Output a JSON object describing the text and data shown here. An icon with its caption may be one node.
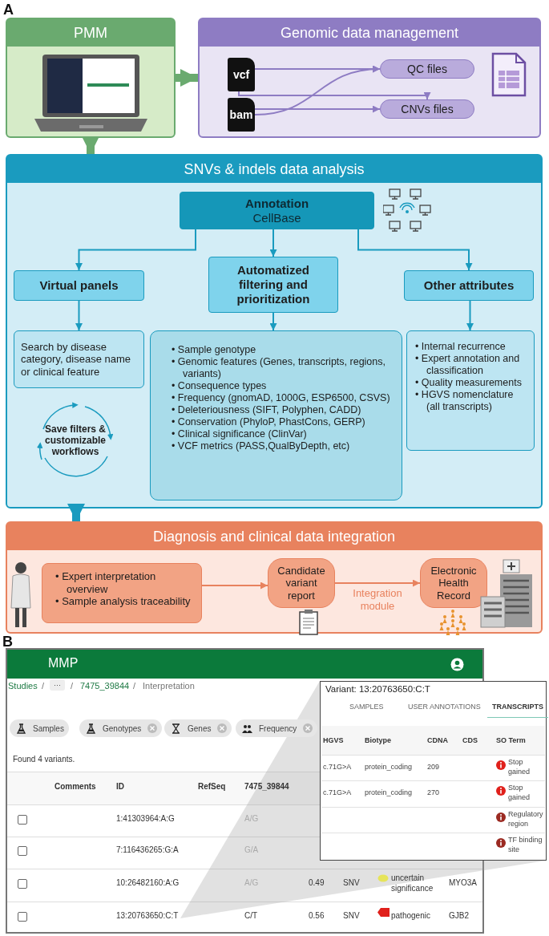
{
  "diagram": {
    "nodes": [
      {
        "text": [
          "PMM"
        ]
      },
      {
        "text": [],
        "shape": "picture",
        "in": 0
      },
      {
        "text": [
          "Genomic data management"
        ]
      },
      {
        "text": [
          "vcf"
        ],
        "in": 2
      },
      {
        "text": [
          "bam"
        ],
        "in": 2
      },
      {
        "text": [
          "QC files"
        ],
        "in": 2
      },
      {
        "text": [
          "CNVs files"
        ],
        "in": 2
      },
      {
        "text": [
          "SNVs & indels data analysis"
        ]
      },
      {
        "text": [
          "Annotation",
          "CellBase"
        ],
        "in": 7
      },
      {
        "text": [
          "Virtual panels"
        ],
        "in": 7
      },
      {
        "text": [
          "Automatized filtering and prioritization"
        ],
        "in": 7
      },
      {
        "text": [
          "Other attributes"
        ],
        "in": 7
      },
      {
        "text": [
          "Search by disease category, disease name or clinical feature"
        ],
        "in": 7
      },
      {
        "text": [
          "• Sample genotype",
          "• Genomic features (Genes, transcripts, regions, variants)",
          "• Consequence types",
          "• Frequency (gnomAD, 1000G, ESP6500, CSVS)",
          "• Deleteriousness (SIFT, Polyphen, CADD)",
          "• Conservation (PhyloP, PhastCons, GERP)",
          "• Clinical significance (ClinVar)",
          "• VCF metrics (PASS,QualByDepth, etc)"
        ],
        "in": 7
      },
      {
        "text": [
          "• Internal recurrence",
          "• Expert annotation and classification",
          "• Quality measurements",
          "• HGVS nomenclature (all transcripts)"
        ],
        "in": 7
      },
      {
        "text": [
          "Save filters & customizable workflows"
        ],
        "in": 7
      },
      {
        "text": [
          "Diagnosis and clinical data integration"
        ]
      },
      {
        "text": [
          "• Expert interpretation overview",
          "• Sample analysis traceability"
        ],
        "in": 16
      },
      {
        "text": [
          "Candidate variant report"
        ],
        "in": 16
      },
      {
        "text": [
          "Electronic Health Record"
        ],
        "in": 16
      }
    ],
    "edges": [
      {
        "from": 0,
        "to": 2,
        "arrow": "to",
        "style": "thick",
        "color": "#6aaa6f"
      },
      {
        "from": 0,
        "to": 7,
        "arrow": "to",
        "style": "thick",
        "color": "#6aaa6f"
      },
      {
        "from": 3,
        "to": 5,
        "arrow": "to",
        "color": "#8e7cc3"
      },
      {
        "from": 3,
        "to": 6,
        "arrow": "to",
        "color": "#8e7cc3"
      },
      {
        "from": 4,
        "to": 5,
        "arrow": "to",
        "color": "#8e7cc3"
      },
      {
        "from": 4,
        "to": 6,
        "arrow": "to",
        "color": "#8e7cc3"
      },
      {
        "from": 8,
        "to": 9,
        "arrow": "to"
      },
      {
        "from": 8,
        "to": 10,
        "arrow": "to"
      },
      {
        "from": 8,
        "to": 11,
        "arrow": "to"
      },
      {
        "from": 9,
        "to": 12,
        "arrow": "to"
      },
      {
        "from": 10,
        "to": 13,
        "arrow": "to"
      },
      {
        "from": 11,
        "to": 14,
        "arrow": "to"
      },
      {
        "from": 7,
        "to": 16,
        "arrow": "to",
        "style": "thick"
      },
      {
        "from": 17,
        "to": 18,
        "arrow": "to",
        "color": "#e8825e"
      },
      {
        "from": 18,
        "to": 19,
        "arrow": "to",
        "label": "Integration module",
        "color": "#e8825e"
      }
    ],
    "labels": [
      "A",
      "B",
      "MMP",
      "Studies",
      "/",
      "···",
      "/",
      "7475_39844",
      "/",
      "Interpretation",
      "Samples",
      "Genotypes",
      "Genes",
      "Frequency",
      "Found 4 variants.",
      "Comments",
      "ID",
      "RefSeq",
      "7475_39844",
      "1:41303964:A:G",
      "A/G",
      "7:116436265:G:A",
      "G/A",
      "10:26482160:A:G",
      "A/G",
      "0.49",
      "SNV",
      "uncertain significance",
      "MYO3A",
      "13:20763650:C:T",
      "C/T",
      "0.56",
      "SNV",
      "pathogenic",
      "GJB2",
      "Variant: 13:20763650:C:T",
      "SAMPLES",
      "USER ANNOTATIONS",
      "TRANSCRIPTS",
      "HGVS",
      "Biotype",
      "CDNA",
      "CDS",
      "SO Term",
      "c.71G>A",
      "protein_coding",
      "209",
      "Stop gained",
      "c.71G>A",
      "protein_coding",
      "270",
      "Stop gained",
      "Regulatory region",
      "TF binding site"
    ]
  }
}
